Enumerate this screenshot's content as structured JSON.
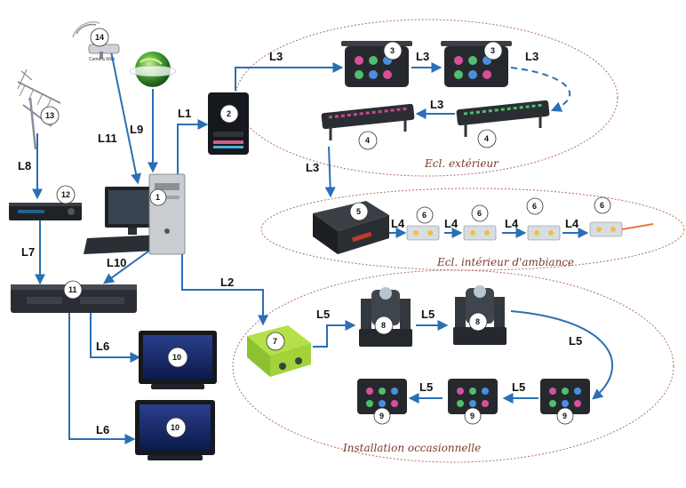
{
  "zones": {
    "exterior": "Ecl. extérieur",
    "interior": "Ecl. intérieur d'ambiance",
    "occasional": "Installation occasionnelle"
  },
  "links": {
    "L1": "L1",
    "L2": "L2",
    "L3": "L3",
    "L4": "L4",
    "L5": "L5",
    "L6": "L6",
    "L7": "L7",
    "L8": "L8",
    "L9": "L9",
    "L10": "L10",
    "L11": "L11"
  },
  "devices": {
    "d1": "1",
    "d2": "2",
    "d3": "3",
    "d4": "4",
    "d5": "5",
    "d6": "6",
    "d7": "7",
    "d8": "8",
    "d9": "9",
    "d10": "10",
    "d11": "11",
    "d12": "12",
    "d13": "13",
    "d14": "14"
  },
  "camera_caption": "Caméra WiFi",
  "colors": {
    "link": "#2a6fb5",
    "zone_border": "#b07060",
    "zone_text": "#7a3a2a"
  }
}
